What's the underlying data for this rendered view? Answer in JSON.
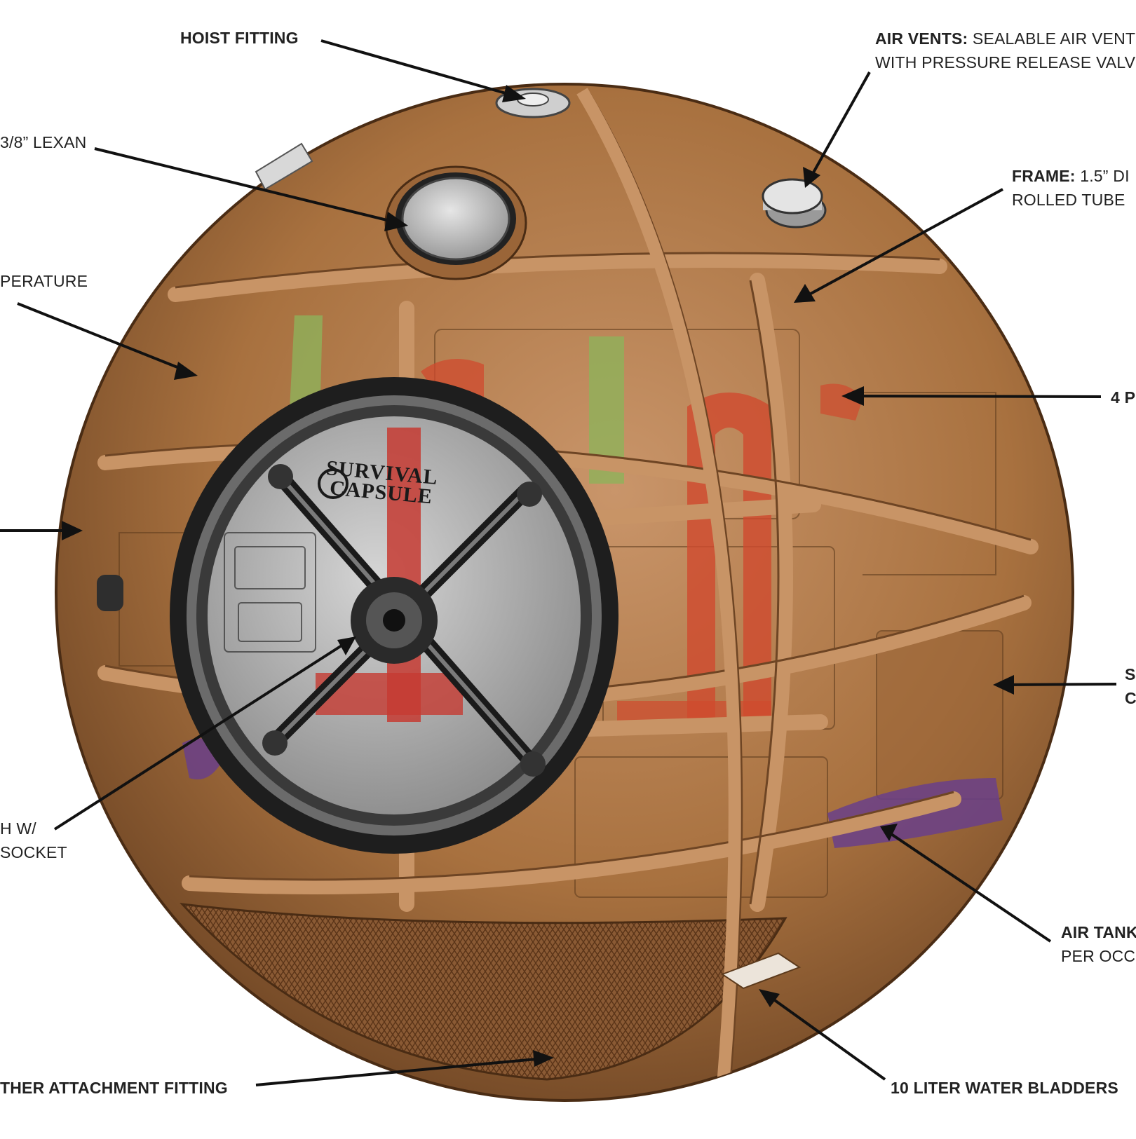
{
  "callouts": {
    "hoist_fitting": {
      "title": "HOIST FITTING"
    },
    "air_vents": {
      "title": "AIR VENTS:",
      "line1": " SEALABLE AIR VENT",
      "line2": "WITH PRESSURE RELEASE VALVE"
    },
    "lexan": {
      "text": "3/8” LEXAN"
    },
    "frame": {
      "title": "FRAME:",
      "line1": " 1.5” DI",
      "line2": "ROLLED TUBE"
    },
    "temperature": {
      "text": "PERATURE"
    },
    "four_p": {
      "text": "4 P"
    },
    "side_s": {
      "line1": "S",
      "line2": "C"
    },
    "hatch": {
      "line1": "H W/",
      "line2": "SOCKET"
    },
    "air_tank": {
      "title": "AIR TANK",
      "line2": "PER OCCU"
    },
    "tether": {
      "text": "THER ATTACHMENT FITTING"
    },
    "water": {
      "text": "10 LITER WATER BLADDERS"
    }
  },
  "logo": {
    "line1": "SURVIVAL",
    "line2": "CAPSULE"
  },
  "colors": {
    "shell": "#b07a4c",
    "shell_dark": "#6e4524",
    "frame": "#c89466",
    "harness_red": "#d04a2e",
    "strap_green": "#8fb25a",
    "tank_purple": "#6a3f8a",
    "hatch_ring": "#2a2a2a",
    "window_glass": "#c9c9c9"
  }
}
